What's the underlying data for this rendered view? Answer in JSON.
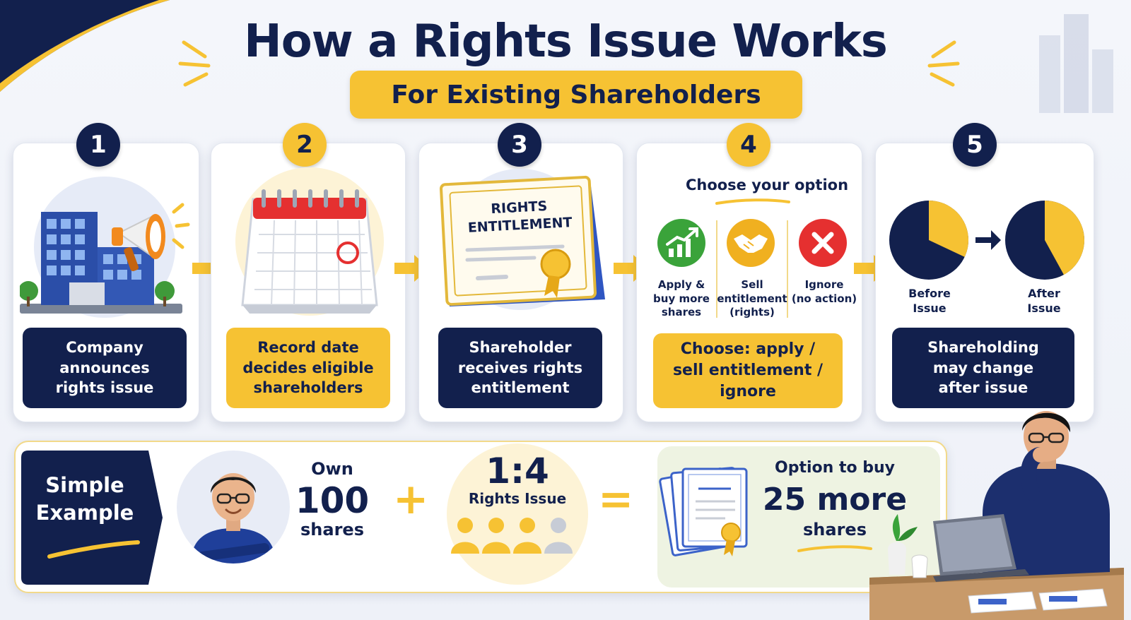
{
  "title": "How a Rights Issue Works",
  "subtitle": "For Existing Shareholders",
  "steps": [
    {
      "number": "1",
      "label_lines": [
        "Company",
        "announces",
        "rights issue"
      ]
    },
    {
      "number": "2",
      "label_lines": [
        "Record date",
        "decides eligible",
        "shareholders"
      ]
    },
    {
      "number": "3",
      "label_lines": [
        "Shareholder",
        "receives rights",
        "entitlement"
      ],
      "certificate_text": [
        "RIGHTS",
        "ENTITLEMENT"
      ]
    },
    {
      "number": "4",
      "label_lines": [
        "Choose: apply /",
        "sell entitlement /",
        "ignore"
      ],
      "choose_title": "Choose your option",
      "options": [
        {
          "lines": [
            "Apply &",
            "buy more",
            "shares"
          ],
          "icon": "chart-up-icon",
          "color": "#3aa33a"
        },
        {
          "lines": [
            "Sell",
            "entitlement",
            "(rights)"
          ],
          "icon": "handshake-icon",
          "color": "#f0b020"
        },
        {
          "lines": [
            "Ignore",
            "(no action)"
          ],
          "icon": "x-icon",
          "color": "#e53030"
        }
      ]
    },
    {
      "number": "5",
      "label_lines": [
        "Shareholding",
        "may change",
        "after issue"
      ],
      "before_lines": [
        "Before",
        "Issue"
      ],
      "after_lines": [
        "After",
        "Issue"
      ]
    }
  ],
  "pies": {
    "before_fraction": 0.32,
    "after_fraction": 0.42,
    "navy": "#12204d",
    "gold": "#f6c233"
  },
  "example": {
    "tag_lines": [
      "Simple",
      "Example"
    ],
    "own_label": "Own",
    "own_number": "100",
    "own_unit": "shares",
    "plus": "+",
    "ratio": "1:4",
    "ratio_label": "Rights Issue",
    "people_filled": 3,
    "people_total": 4,
    "equals": "=",
    "option_label": "Option to buy",
    "option_number": "25 more",
    "option_unit": "shares"
  },
  "colors": {
    "navy": "#12204d",
    "gold": "#f6c233",
    "white": "#ffffff"
  }
}
